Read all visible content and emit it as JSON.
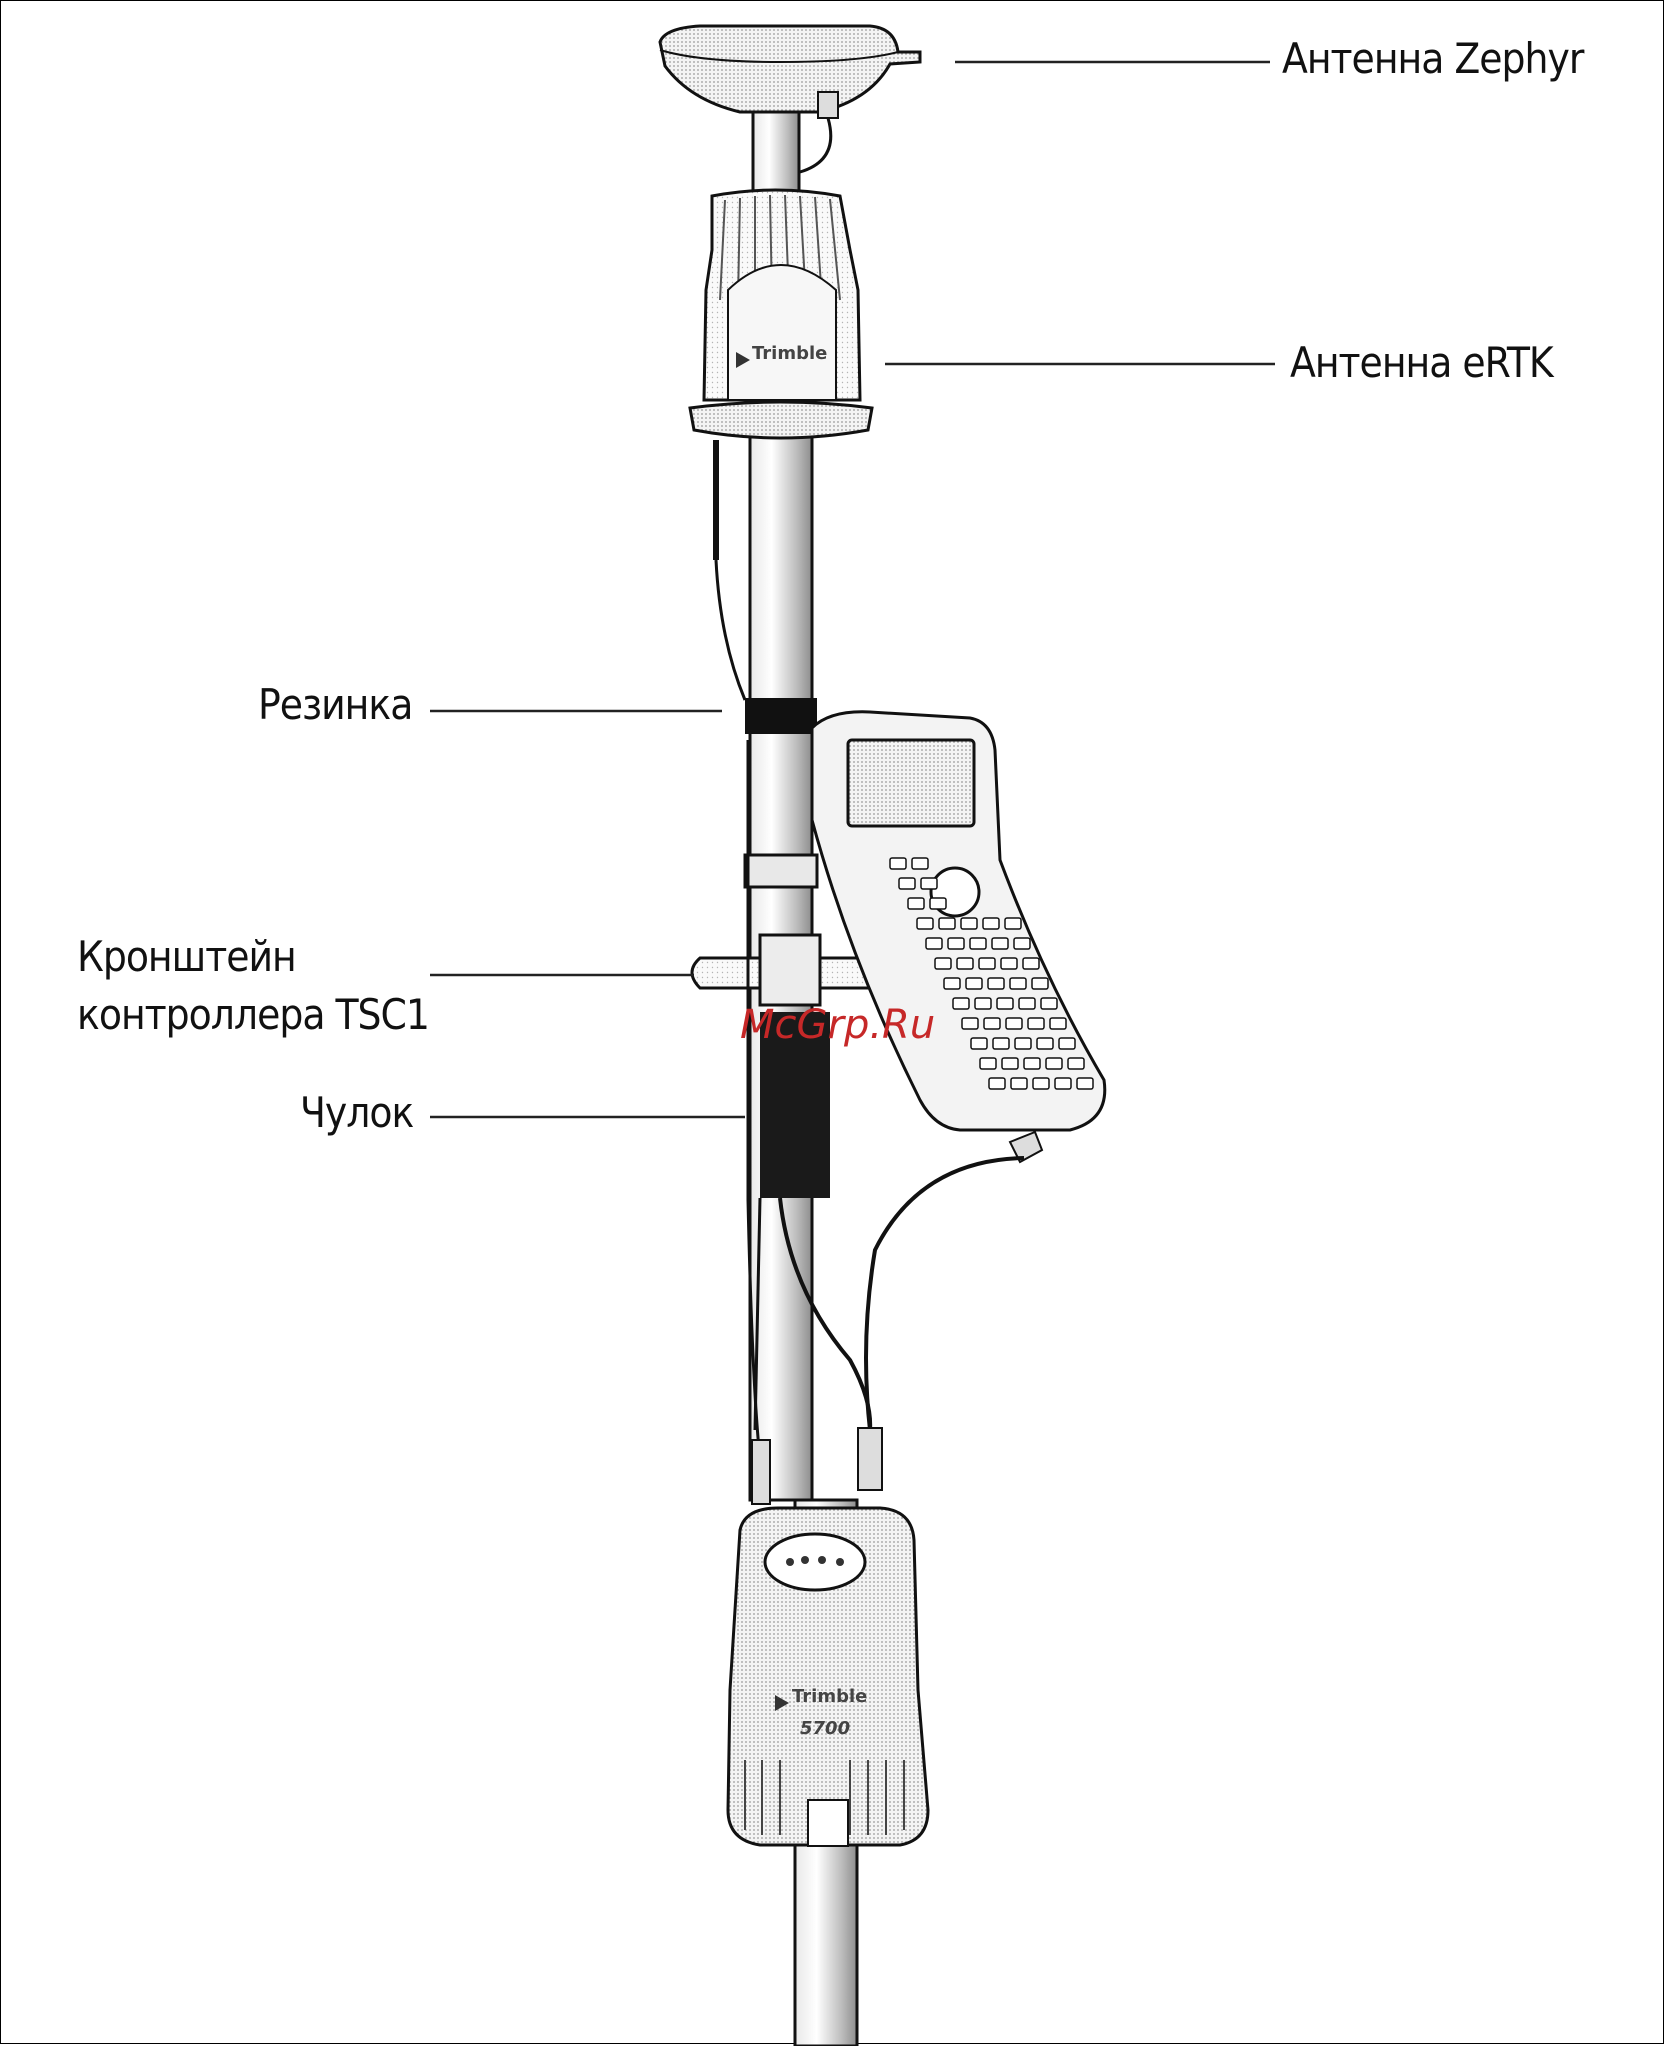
{
  "labels": {
    "zephyr": "Антенна Zephyr",
    "ertk": "Антенна eRTK",
    "rezinka": "Резинка",
    "bracket_line1": "Кронштейн",
    "bracket_line2": "контроллера TSC1",
    "chulok": "Чулок"
  },
  "watermark": "McGrp.Ru",
  "brand": {
    "antenna": "Trimble",
    "receiver": "Trimble",
    "model": "5700"
  },
  "icons": [
    "gps-antenna-icon",
    "radio-antenna-icon",
    "handheld-controller-icon",
    "gps-receiver-icon",
    "range-pole-icon"
  ]
}
